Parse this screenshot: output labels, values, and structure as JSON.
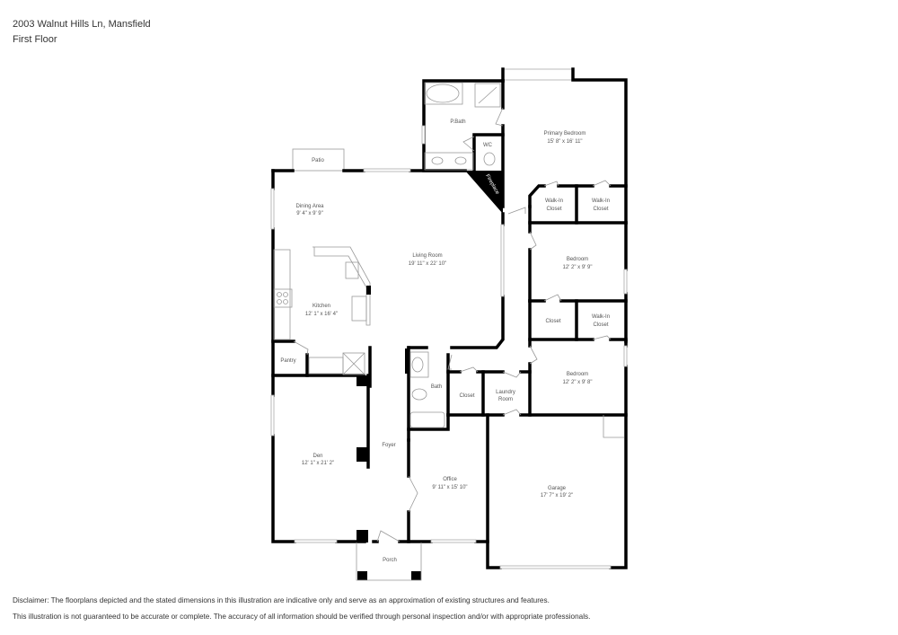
{
  "header": {
    "address": "2003 Walnut Hills Ln, Mansfield",
    "floor": "First Floor"
  },
  "rooms": {
    "patio": {
      "name": "Patio"
    },
    "pbath": {
      "name": "P.Bath"
    },
    "wc": {
      "name": "WC"
    },
    "fireplace": {
      "name": "Fireplace"
    },
    "primary_bedroom": {
      "name": "Primary Bedroom",
      "dims": "15' 8\" x 16' 11\""
    },
    "walkin_closet_1": {
      "name1": "Walk-In",
      "name2": "Closet"
    },
    "walkin_closet_2": {
      "name1": "Walk-In",
      "name2": "Closet"
    },
    "dining_area": {
      "name": "Dining Area",
      "dims": "9' 4\" x 9' 9\""
    },
    "living_room": {
      "name": "Living Room",
      "dims": "19' 11\" x 22' 10\""
    },
    "kitchen": {
      "name": "Kitchen",
      "dims": "12' 1\" x 16' 4\""
    },
    "bedroom_1": {
      "name": "Bedroom",
      "dims": "12' 2\" x 9' 9\""
    },
    "closet_1": {
      "name": "Closet"
    },
    "walkin_closet_3": {
      "name1": "Walk-In",
      "name2": "Closet"
    },
    "pantry": {
      "name": "Pantry"
    },
    "bath": {
      "name": "Bath"
    },
    "closet_2": {
      "name": "Closet"
    },
    "laundry": {
      "name1": "Laundry",
      "name2": "Room"
    },
    "bedroom_2": {
      "name": "Bedroom",
      "dims": "12' 2\" x 9' 8\""
    },
    "den": {
      "name": "Den",
      "dims": "12' 1\" x 21' 2\""
    },
    "foyer": {
      "name": "Foyer"
    },
    "office": {
      "name": "Office",
      "dims": "9' 11\" x 15' 10\""
    },
    "garage": {
      "name": "Garage",
      "dims": "17' 7\" x 19' 2\""
    },
    "porch": {
      "name": "Porch"
    }
  },
  "disclaimer": {
    "line1": "Disclaimer: The floorplans depicted and the stated dimensions in this illustration are indicative only and serve as an approximation of existing structures and features.",
    "line2": "This illustration is not guaranteed to be accurate or complete. The accuracy of all information should be verified through personal inspection and/or with appropriate professionals."
  }
}
